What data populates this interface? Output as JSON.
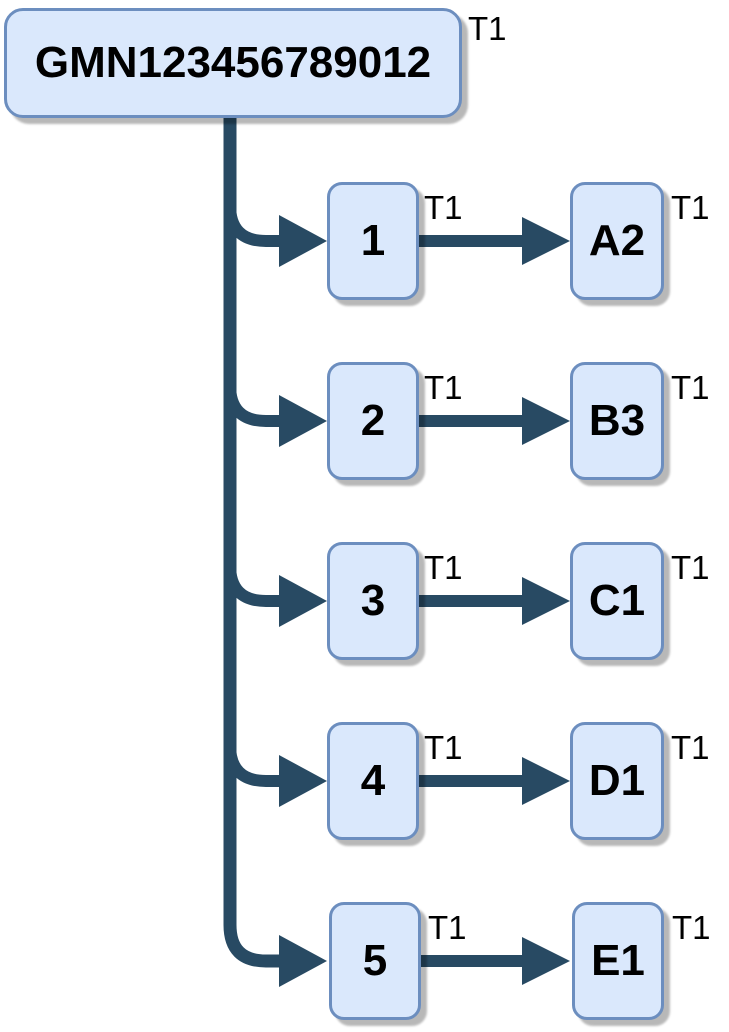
{
  "diagram": {
    "type": "tree-flowchart",
    "root": {
      "label": "GMN123456789012",
      "tag": "T1"
    },
    "rows": [
      {
        "source": "1",
        "edge_tag": "T1",
        "target": "A2",
        "target_tag": "T1"
      },
      {
        "source": "2",
        "edge_tag": "T1",
        "target": "B3",
        "target_tag": "T1"
      },
      {
        "source": "3",
        "edge_tag": "T1",
        "target": "C1",
        "target_tag": "T1"
      },
      {
        "source": "4",
        "edge_tag": "T1",
        "target": "D1",
        "target_tag": "T1"
      },
      {
        "source": "5",
        "edge_tag": "T1",
        "target": "E1",
        "target_tag": "T1"
      }
    ],
    "colors": {
      "node_fill": "#dae8fc",
      "node_border": "#6c8ebf",
      "connector": "#284a63",
      "text": "#000000",
      "shadow_gray": "#b0b0b0",
      "background": "#ffffff"
    }
  }
}
